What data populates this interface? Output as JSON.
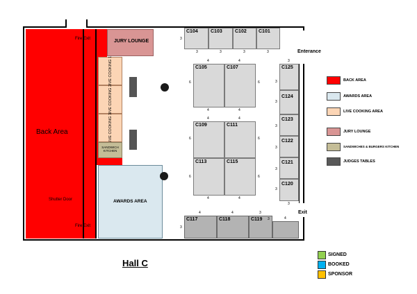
{
  "hall": {
    "title": "Hall C"
  },
  "areas": {
    "back_area": "Back Area",
    "fire_exit_top": "Fire Exit",
    "fire_exit_bottom": "Fire Exit",
    "shutter_door": "Shutter Door",
    "jury_lounge": "JURY LOUNGE",
    "cooking_1": "LIVE COOKING 1",
    "cooking_2": "LIVE COOKING 2",
    "cooking_3": "LIVE COOKING 3",
    "sandwich_kitchen": "SANDWICH KITCHEN",
    "awards_area": "AWARDS AREA",
    "entrance": "Enterance",
    "exit": "Exit"
  },
  "booths": {
    "c104": {
      "id": "C104",
      "w": "3",
      "h": "3"
    },
    "c103": {
      "id": "C103",
      "w": "3"
    },
    "c102": {
      "id": "C102",
      "w": "3"
    },
    "c101": {
      "id": "C101",
      "w": "3"
    },
    "c105": {
      "id": "C105",
      "top": "4",
      "side": "6",
      "bottom": "4"
    },
    "c107": {
      "id": "C107",
      "top": "4",
      "side": "6",
      "bottom": "4"
    },
    "c109": {
      "id": "C109",
      "top": "4",
      "side": "6"
    },
    "c111": {
      "id": "C111",
      "top": "4",
      "side": "6"
    },
    "c113": {
      "id": "C113",
      "side": "6",
      "bottom": "4"
    },
    "c115": {
      "id": "C115",
      "side": "6",
      "bottom": "4"
    },
    "c125": {
      "id": "C125",
      "w": "3",
      "h": "3"
    },
    "c124": {
      "id": "C124",
      "h": "3"
    },
    "c123": {
      "id": "C123",
      "h": "3"
    },
    "c122": {
      "id": "C122",
      "h": "3"
    },
    "c121": {
      "id": "C121",
      "h": "3"
    },
    "c120": {
      "id": "C120",
      "h": "3",
      "w": "3"
    },
    "c117": {
      "id": "C117",
      "top": "4",
      "side": "3"
    },
    "c118": {
      "id": "C118",
      "top": "4"
    },
    "c119": {
      "id": "C119",
      "top": "3",
      "side": "3"
    },
    "c_end": {
      "top": "4"
    }
  },
  "legend": [
    {
      "label": "BACK AREA",
      "color": "#ff0000"
    },
    {
      "label": "AWARDS AREA",
      "color": "#dae8ef"
    },
    {
      "label": "LIVE COOKING AREA",
      "color": "#fcd5b5"
    },
    {
      "label": "JURY LOUNGE",
      "color": "#d99594"
    },
    {
      "label": "SANDWICHES & BURGERS KITCHEN",
      "color": "#c4bd97"
    },
    {
      "label": "JUDGES TABLES",
      "color": "#595959"
    }
  ],
  "status_legend": [
    {
      "label": "SIGNED",
      "color": "#92d050"
    },
    {
      "label": "BOOKED",
      "color": "#00b0f0"
    },
    {
      "label": "SPONSOR",
      "color": "#ffc000"
    }
  ]
}
